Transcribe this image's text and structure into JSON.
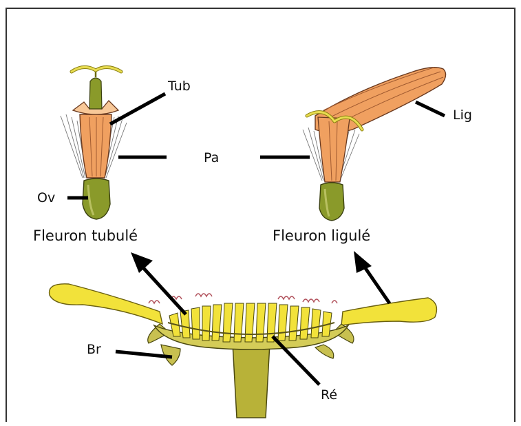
{
  "diagram": {
    "labels": {
      "tub": "Tub",
      "pa": "Pa",
      "lig": "Lig",
      "ov": "Ov",
      "fleuron_tubule": "Fleuron tubulé",
      "fleuron_ligule": "Fleuron ligulé",
      "br": "Br",
      "re": "Ré"
    },
    "colors": {
      "corolla": "#f0a060",
      "corolla_light": "#f8c898",
      "ovary": "#8a9a2a",
      "style": "#e8dc50",
      "yellow_ray": "#f2e23a",
      "receptacle": "#b8b238",
      "pollen": "#b0505a",
      "frame": "#222222"
    }
  }
}
